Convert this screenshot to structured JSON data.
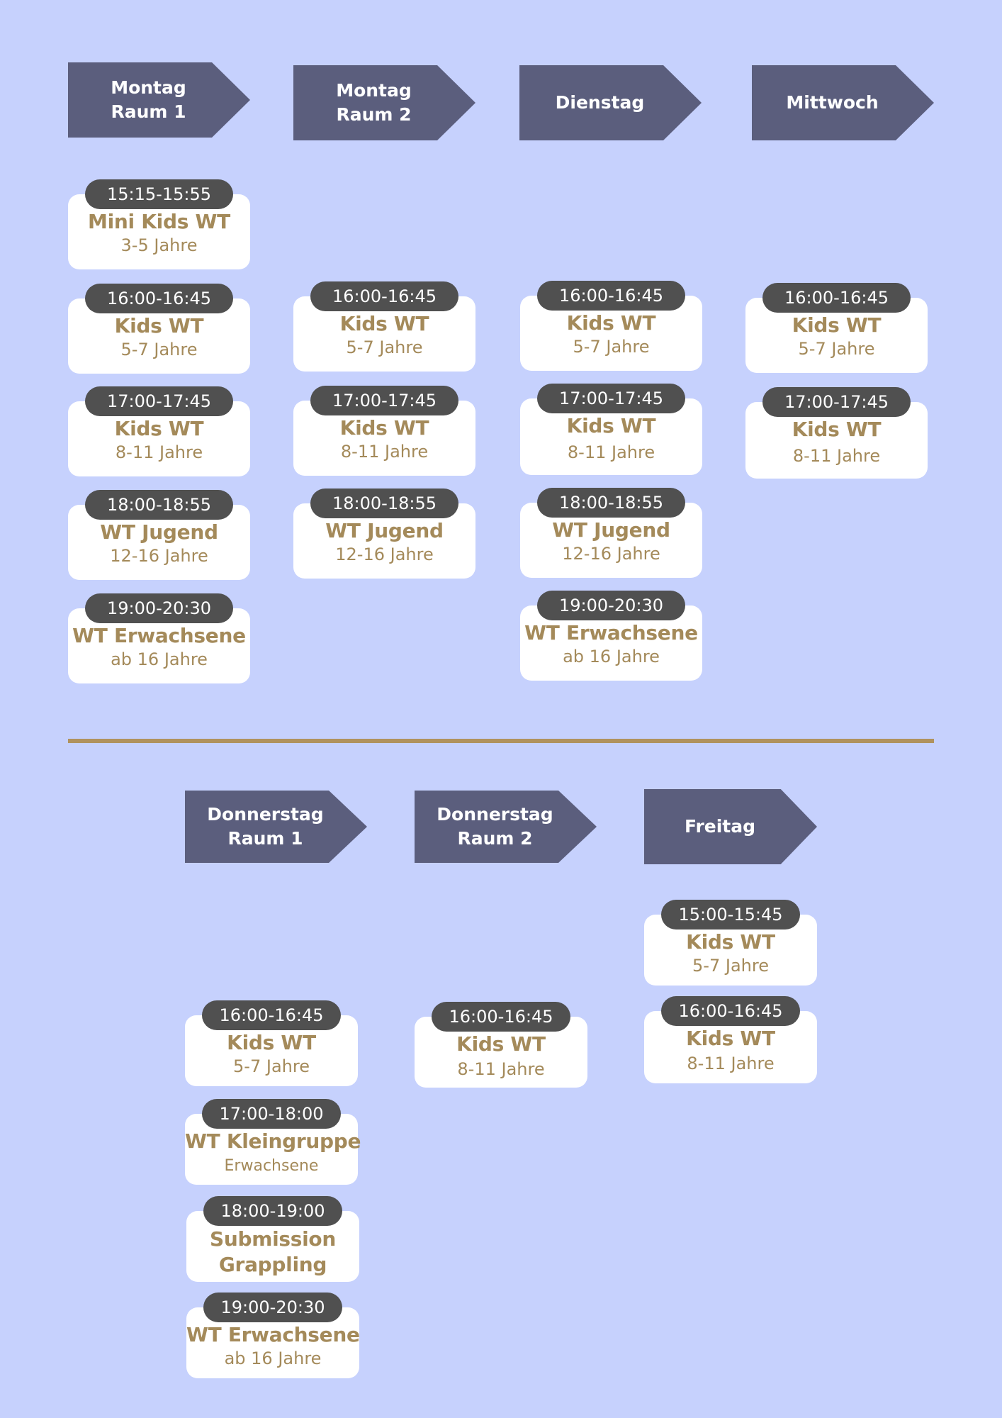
{
  "top_days": [
    {
      "l1": "Montag",
      "l2": "Raum 1"
    },
    {
      "l1": "Montag",
      "l2": "Raum 2"
    },
    {
      "l1": "Dienstag",
      "l2": ""
    },
    {
      "l1": "Mittwoch",
      "l2": ""
    }
  ],
  "bottom_days": [
    {
      "l1": "Donnerstag",
      "l2": "Raum 1"
    },
    {
      "l1": "Donnerstag",
      "l2": "Raum 2"
    },
    {
      "l1": "Freitag",
      "l2": ""
    }
  ],
  "classes": {
    "mo1": [
      {
        "time": "15:15-15:55",
        "title": "Mini Kids WT",
        "sub": "3-5 Jahre"
      },
      {
        "time": "16:00-16:45",
        "title": "Kids WT",
        "sub": "5-7 Jahre"
      },
      {
        "time": "17:00-17:45",
        "title": "Kids WT",
        "sub": "8-11 Jahre"
      },
      {
        "time": "18:00-18:55",
        "title": "WT Jugend",
        "sub": "12-16 Jahre"
      },
      {
        "time": "19:00-20:30",
        "title": "WT Erwachsene",
        "sub": "ab 16 Jahre"
      }
    ],
    "mo2": [
      {
        "time": "16:00-16:45",
        "title": "Kids WT",
        "sub": "5-7 Jahre"
      },
      {
        "time": "17:00-17:45",
        "title": "Kids WT",
        "sub": "8-11 Jahre"
      },
      {
        "time": "18:00-18:55",
        "title": "WT Jugend",
        "sub": "12-16 Jahre"
      }
    ],
    "di": [
      {
        "time": "16:00-16:45",
        "title": "Kids WT",
        "sub": "5-7 Jahre"
      },
      {
        "time": "17:00-17:45",
        "title": "Kids WT",
        "sub": "8-11 Jahre"
      },
      {
        "time": "18:00-18:55",
        "title": "WT Jugend",
        "sub": "12-16 Jahre"
      },
      {
        "time": "19:00-20:30",
        "title": "WT Erwachsene",
        "sub": "ab 16 Jahre"
      }
    ],
    "mi": [
      {
        "time": "16:00-16:45",
        "title": "Kids WT",
        "sub": "5-7 Jahre"
      },
      {
        "time": "17:00-17:45",
        "title": "Kids WT",
        "sub": "8-11 Jahre"
      }
    ],
    "do1": [
      {
        "time": "16:00-16:45",
        "title": "Kids WT",
        "sub": "5-7 Jahre"
      },
      {
        "time": "17:00-18:00",
        "title": "WT Kleingruppe",
        "sub": "Erwachsene"
      },
      {
        "time": "18:00-19:00",
        "title": "Submission Grappling",
        "sub": ""
      },
      {
        "time": "19:00-20:30",
        "title": "WT Erwachsene",
        "sub": "ab 16 Jahre"
      }
    ],
    "do2": [
      {
        "time": "16:00-16:45",
        "title": "Kids WT",
        "sub": "8-11 Jahre"
      }
    ],
    "fr": [
      {
        "time": "15:00-15:45",
        "title": "Kids WT",
        "sub": "5-7 Jahre"
      },
      {
        "time": "16:00-16:45",
        "title": "Kids WT",
        "sub": "8-11 Jahre"
      }
    ]
  }
}
